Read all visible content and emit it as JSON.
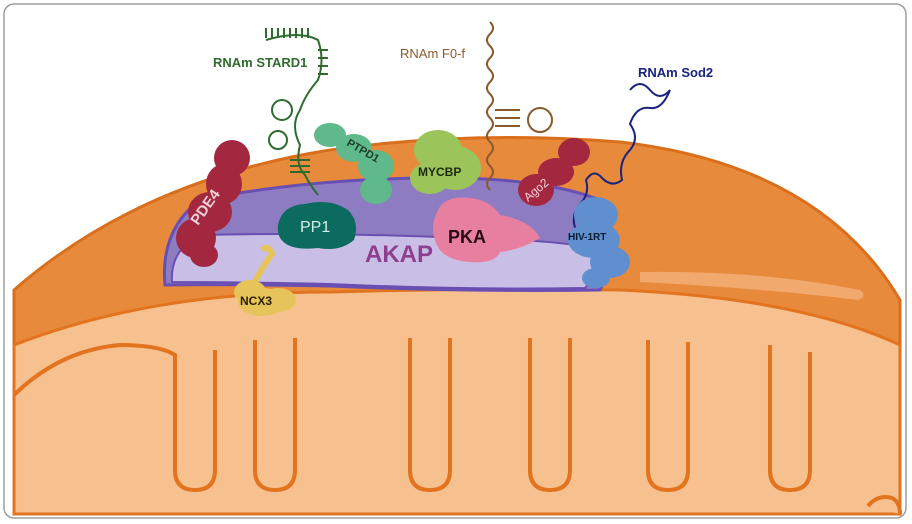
{
  "labels": {
    "rna_stard1": "RNAm STARD1",
    "rna_f0f": "RNAm F0-f",
    "rna_sod2": "RNAm Sod2",
    "pde4": "PDE4",
    "ptpd1": "PTPD1",
    "mycbp": "MYCBP",
    "ago2": "Ago2",
    "pp1": "PP1",
    "pka": "PKA",
    "akap": "AKAP",
    "hiv1rt": "HIV-1RT",
    "ncx3": "NCX3"
  },
  "colors": {
    "frame": "#9e9e9e",
    "outer_membrane": "#e88a3c",
    "outer_membrane_edge": "#d96f1c",
    "inner_space": "#f6c08f",
    "cristae_edge": "#e3741f",
    "akap_band": "#8e7cc3",
    "akap_inner": "#c9bfe6",
    "akap_edge": "#6a4fb3",
    "akap_text": "#8e3f8e",
    "rna_stard1": "#2f6b2f",
    "rna_f0f": "#8a5a2b",
    "rna_sod2": "#1a237e",
    "pde4": "#a3283f",
    "ptpd1": "#5fb98a",
    "mycbp": "#9bc45a",
    "ago2": "#a3283f",
    "pp1": "#0b6b5e",
    "pka": "#e77fa0",
    "hiv1rt": "#5f8fcf",
    "ncx3": "#e6c45a"
  }
}
